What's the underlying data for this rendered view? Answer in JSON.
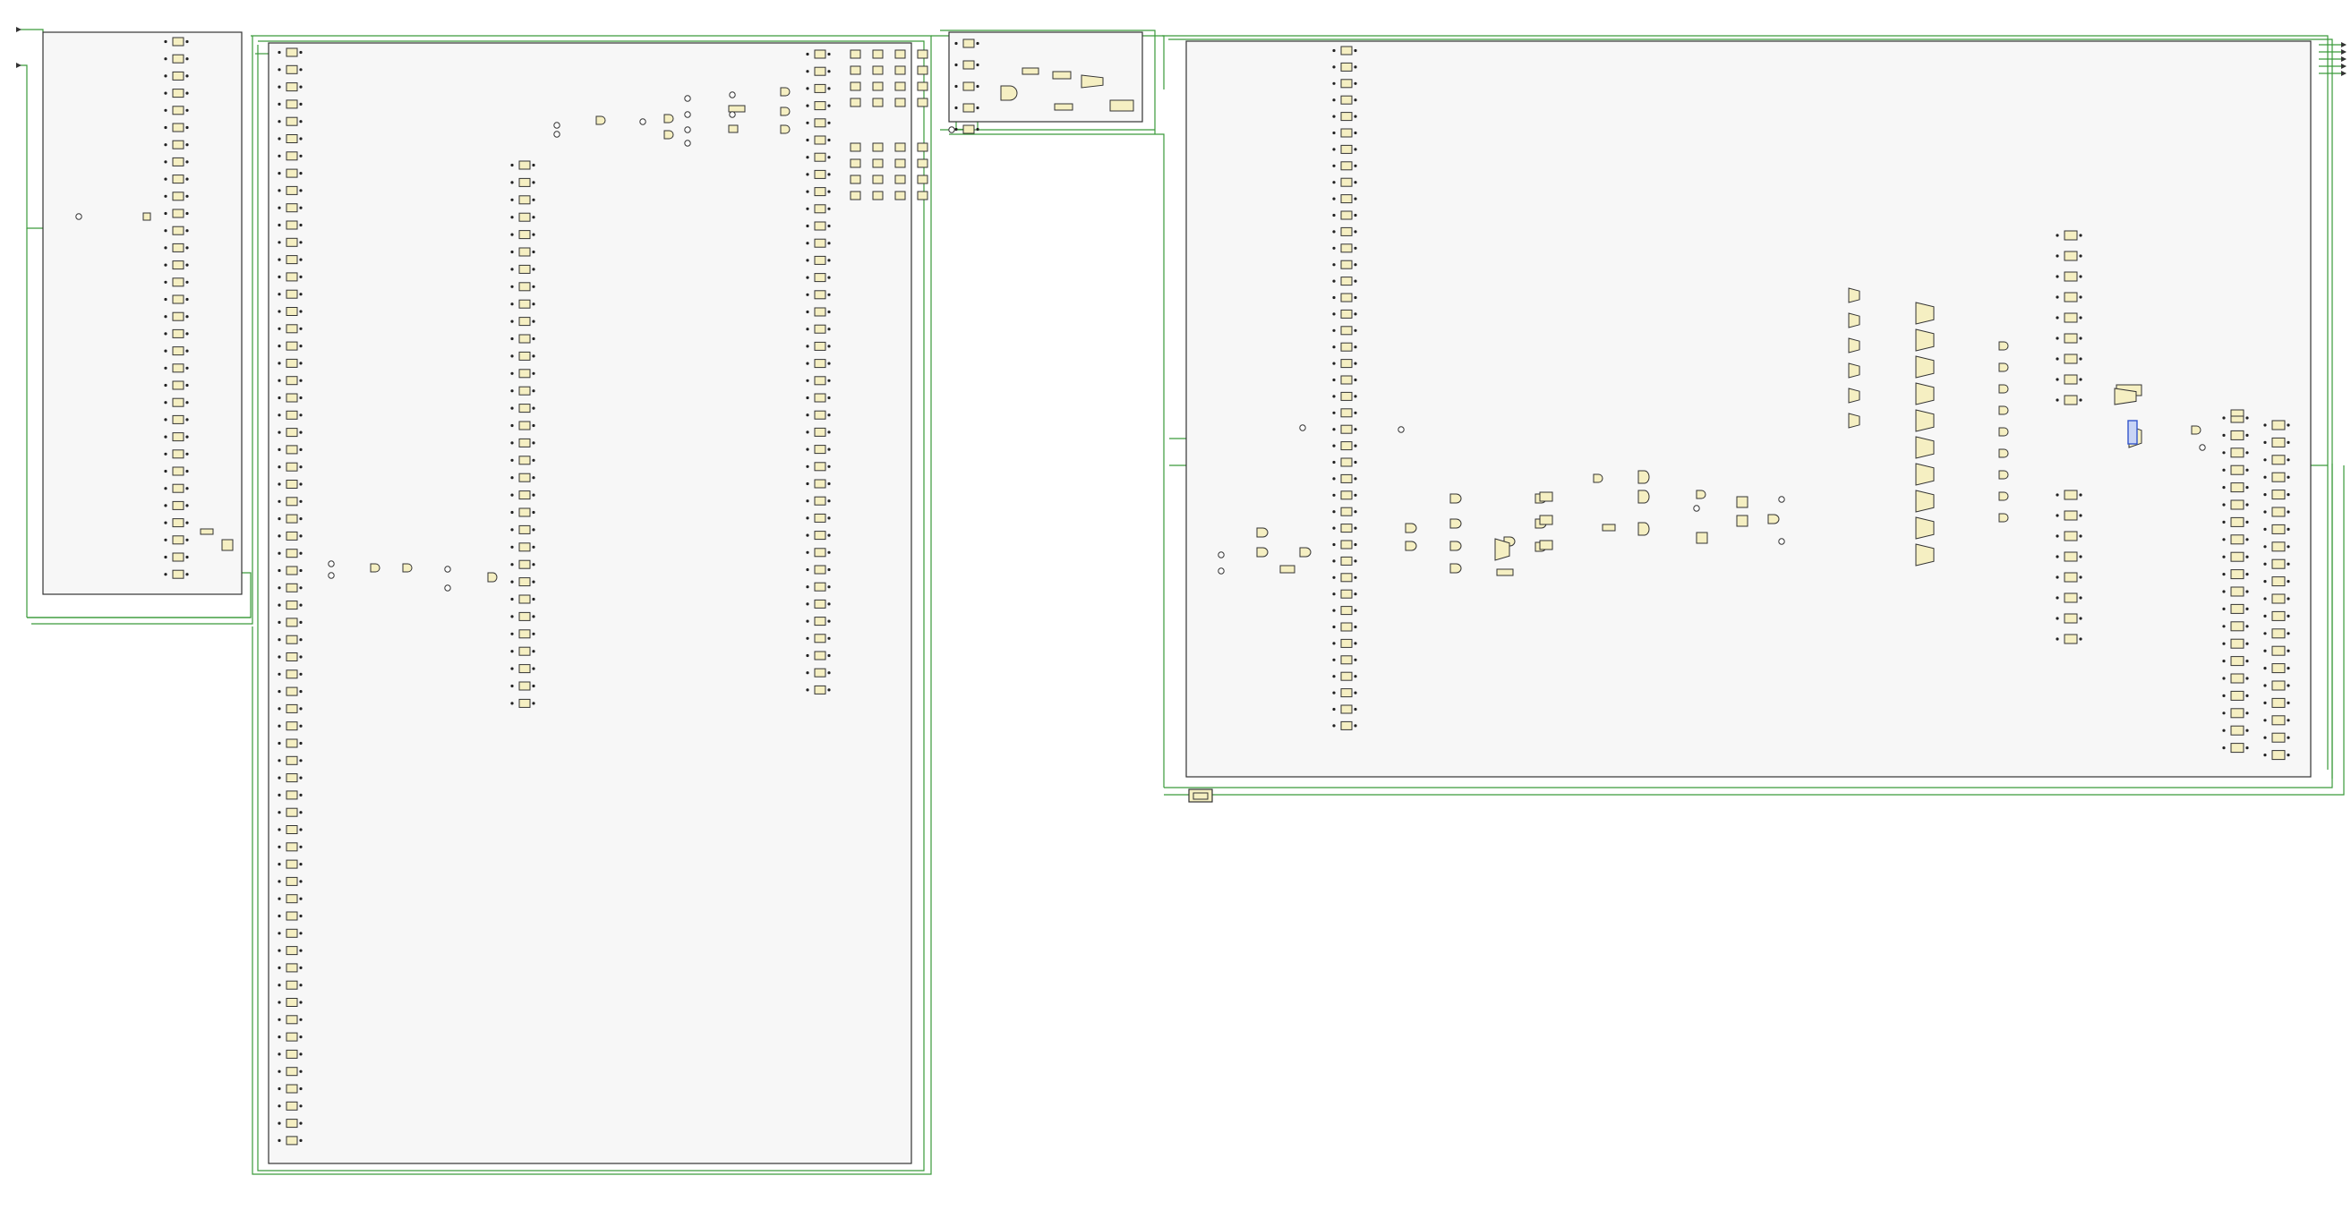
{
  "view": {
    "kind": "netlist-schematic",
    "background_color": "#ffffff",
    "wire_color": "#3a9a3a",
    "cell_fill_color": "#f5efc2",
    "cell_stroke_color": "#333333",
    "module_fill_color": "#f7f7f7",
    "module_stroke_color": "#333333",
    "highlight_cell_color": "#3355cc"
  },
  "modules": [
    {
      "id": "module-a",
      "cells_in_column": 32,
      "contains": [
        "flip-flop-column",
        "inverter-chain"
      ]
    },
    {
      "id": "module-b",
      "cells_in_column": 64,
      "contains": [
        "flip-flop-column",
        "logic-cluster",
        "register-grid"
      ]
    },
    {
      "id": "module-c",
      "cells_in_column": 5,
      "contains": [
        "small-logic-block"
      ]
    },
    {
      "id": "module-d",
      "cells_in_column": 42,
      "contains": [
        "flip-flop-column",
        "mux-network",
        "output-register-column"
      ]
    }
  ],
  "ports": {
    "left_inputs": 2,
    "right_outputs": 5
  },
  "labels": []
}
